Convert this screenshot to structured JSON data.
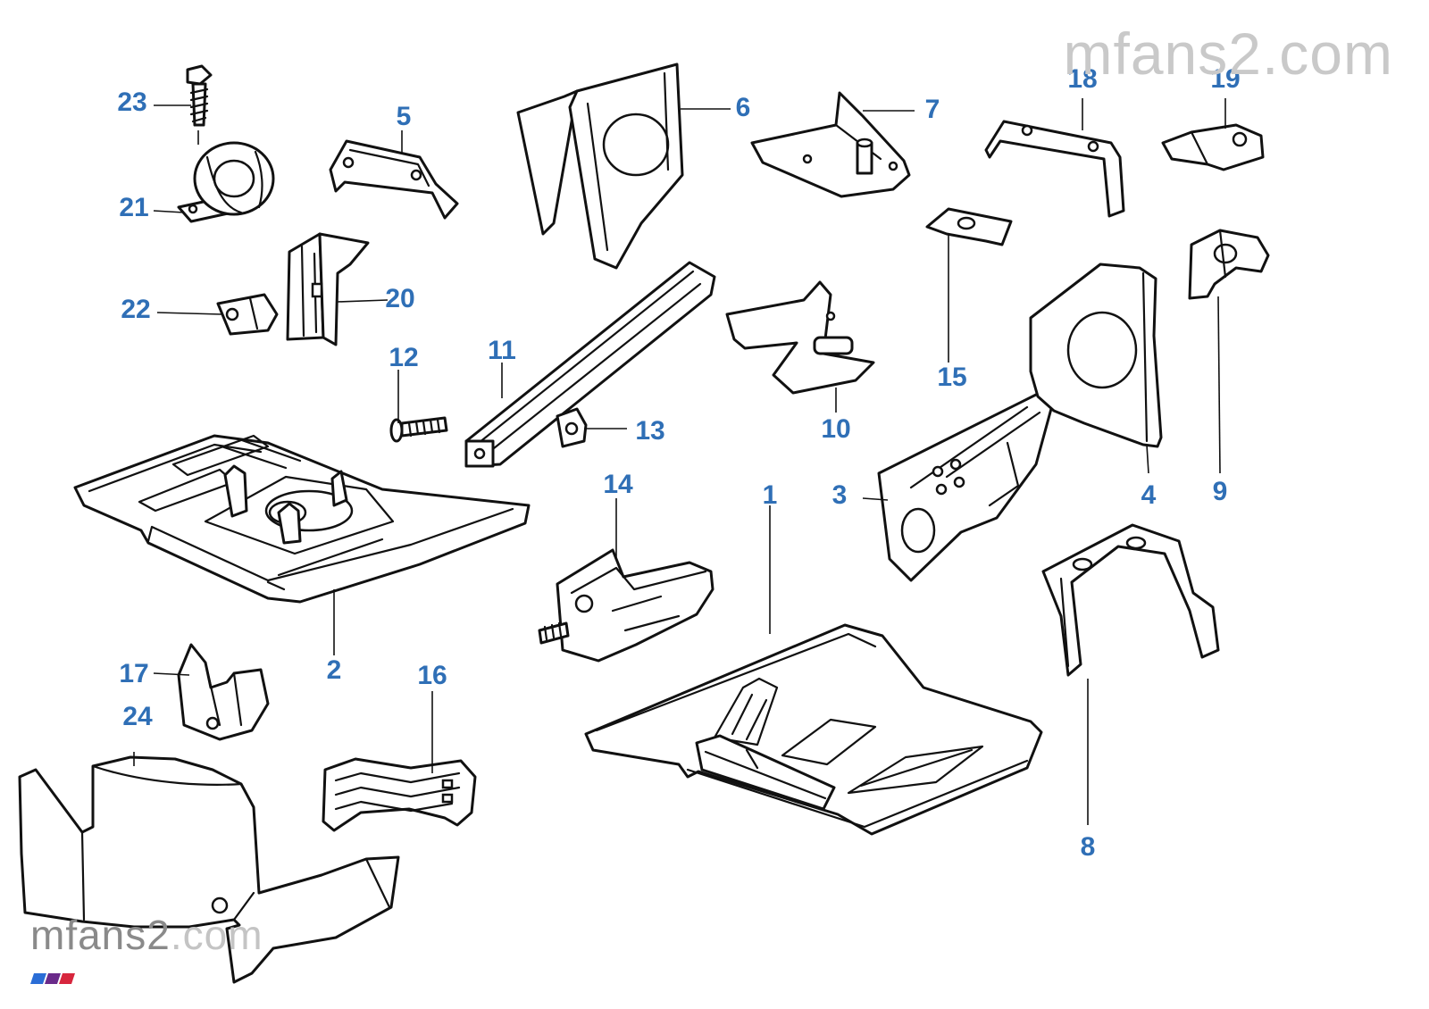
{
  "watermark": {
    "text": "mfans2",
    "suffix": ".com"
  },
  "callouts": [
    "1",
    "2",
    "3",
    "4",
    "5",
    "6",
    "7",
    "8",
    "9",
    "10",
    "11",
    "12",
    "13",
    "14",
    "15",
    "16",
    "17",
    "18",
    "19",
    "20",
    "21",
    "22",
    "23",
    "24"
  ],
  "colors": {
    "label": "#2f6fb6",
    "line": "#111111",
    "watermark_m": [
      "#2a6dd6",
      "#6a2a8a",
      "#d7263d"
    ]
  }
}
